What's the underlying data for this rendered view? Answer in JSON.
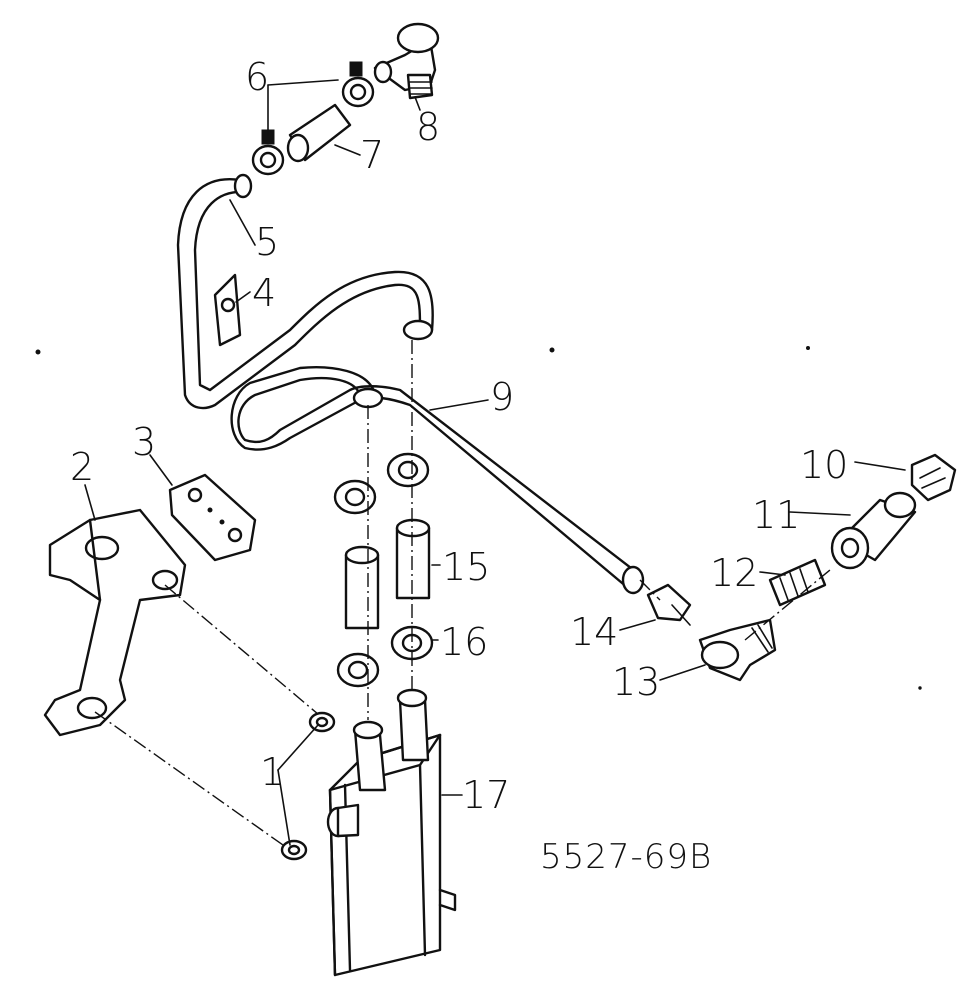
{
  "diagram": {
    "reference": "5527-69B",
    "callouts": [
      {
        "id": "1",
        "text": "1"
      },
      {
        "id": "2",
        "text": "2"
      },
      {
        "id": "3",
        "text": "3"
      },
      {
        "id": "4",
        "text": "4"
      },
      {
        "id": "5",
        "text": "5"
      },
      {
        "id": "6",
        "text": "6"
      },
      {
        "id": "7",
        "text": "7"
      },
      {
        "id": "8",
        "text": "8"
      },
      {
        "id": "9",
        "text": "9"
      },
      {
        "id": "10",
        "text": "10"
      },
      {
        "id": "11",
        "text": "11"
      },
      {
        "id": "12",
        "text": "12"
      },
      {
        "id": "13",
        "text": "13"
      },
      {
        "id": "14",
        "text": "14"
      },
      {
        "id": "15",
        "text": "15"
      },
      {
        "id": "16",
        "text": "16"
      },
      {
        "id": "17",
        "text": "17"
      }
    ]
  }
}
